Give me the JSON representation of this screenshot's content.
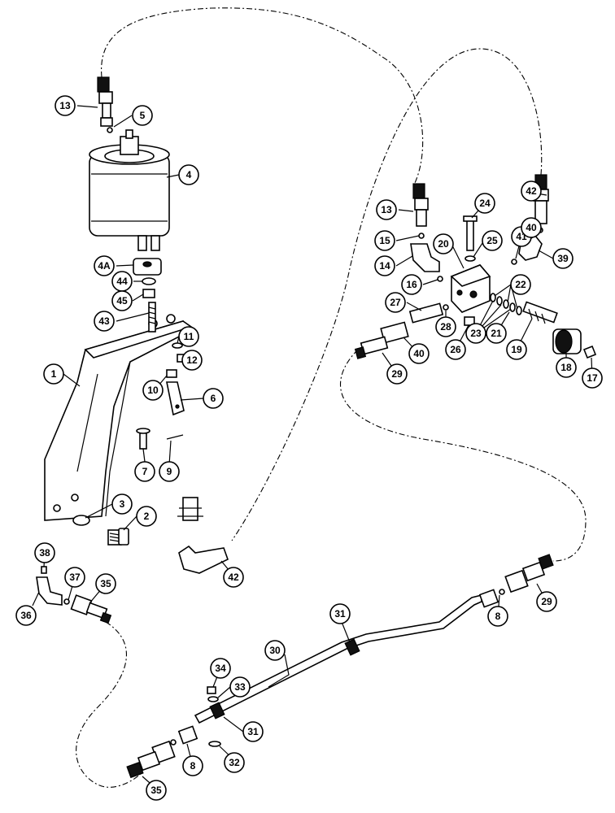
{
  "callouts": [
    {
      "id": "c13a",
      "label": "13"
    },
    {
      "id": "c5",
      "label": "5"
    },
    {
      "id": "c4",
      "label": "4"
    },
    {
      "id": "c4a",
      "label": "4A"
    },
    {
      "id": "c44",
      "label": "44"
    },
    {
      "id": "c45",
      "label": "45"
    },
    {
      "id": "c43",
      "label": "43"
    },
    {
      "id": "c11",
      "label": "11"
    },
    {
      "id": "c12",
      "label": "12"
    },
    {
      "id": "c1",
      "label": "1"
    },
    {
      "id": "c10",
      "label": "10"
    },
    {
      "id": "c6",
      "label": "6"
    },
    {
      "id": "c7",
      "label": "7"
    },
    {
      "id": "c9",
      "label": "9"
    },
    {
      "id": "c3",
      "label": "3"
    },
    {
      "id": "c2",
      "label": "2"
    },
    {
      "id": "c38",
      "label": "38"
    },
    {
      "id": "c37",
      "label": "37"
    },
    {
      "id": "c35a",
      "label": "35"
    },
    {
      "id": "c36",
      "label": "36"
    },
    {
      "id": "c42a",
      "label": "42"
    },
    {
      "id": "c13b",
      "label": "13"
    },
    {
      "id": "c24",
      "label": "24"
    },
    {
      "id": "c42b",
      "label": "42"
    },
    {
      "id": "c15",
      "label": "15"
    },
    {
      "id": "c20",
      "label": "20"
    },
    {
      "id": "c25",
      "label": "25"
    },
    {
      "id": "c41",
      "label": "41"
    },
    {
      "id": "c40a",
      "label": "40"
    },
    {
      "id": "c14",
      "label": "14"
    },
    {
      "id": "c39",
      "label": "39"
    },
    {
      "id": "c16",
      "label": "16"
    },
    {
      "id": "c22",
      "label": "22"
    },
    {
      "id": "c27",
      "label": "27"
    },
    {
      "id": "c28",
      "label": "28"
    },
    {
      "id": "c23",
      "label": "23"
    },
    {
      "id": "c21",
      "label": "21"
    },
    {
      "id": "c19",
      "label": "19"
    },
    {
      "id": "c26",
      "label": "26"
    },
    {
      "id": "c40b",
      "label": "40"
    },
    {
      "id": "c29a",
      "label": "29"
    },
    {
      "id": "c18",
      "label": "18"
    },
    {
      "id": "c17",
      "label": "17"
    },
    {
      "id": "c31a",
      "label": "31"
    },
    {
      "id": "c8a",
      "label": "8"
    },
    {
      "id": "c29b",
      "label": "29"
    },
    {
      "id": "c30",
      "label": "30"
    },
    {
      "id": "c34",
      "label": "34"
    },
    {
      "id": "c33",
      "label": "33"
    },
    {
      "id": "c31b",
      "label": "31"
    },
    {
      "id": "c32",
      "label": "32"
    },
    {
      "id": "c8b",
      "label": "8"
    },
    {
      "id": "c35b",
      "label": "35"
    }
  ]
}
